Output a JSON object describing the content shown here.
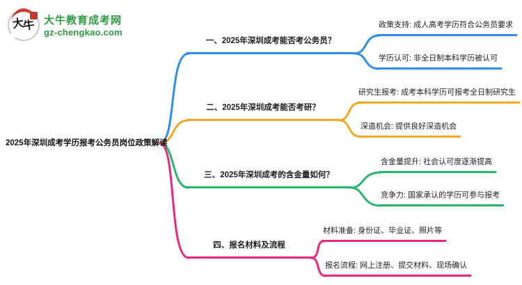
{
  "logo": {
    "icon_text": "大牛",
    "site_name": "大牛教育成考网",
    "site_domain": "gz-chengkao.com",
    "brand_green": "#2E9B43"
  },
  "root": {
    "title": "2025年深圳成考学历报考公务员岗位政策解读"
  },
  "branches": [
    {
      "label": "一、2025年深圳成考能否考公务员？",
      "color": "#2D8CF0",
      "children": [
        "政策支持: 成人高考学历符合公务员要求",
        "学历认可: 非全日制本科学历被认可"
      ]
    },
    {
      "label": "二、2025年深圳成考能否考研？",
      "color": "#F5A623",
      "children": [
        "研究生报考: 成考本科学历可报考全日制研究生",
        "深造机会: 提供良好深造机会"
      ]
    },
    {
      "label": "三、2025年深圳成考的含金量如何？",
      "color": "#27B56A",
      "children": [
        "含金量提升: 社会认可度逐渐提高",
        "竞争力: 国家承认的学历可参与报考"
      ]
    },
    {
      "label": "四、报名材料及流程",
      "color": "#F0247E",
      "children": [
        "材料准备: 身份证、毕业证、照片等",
        "报名流程: 网上注册、提交材料、现场确认"
      ]
    }
  ]
}
